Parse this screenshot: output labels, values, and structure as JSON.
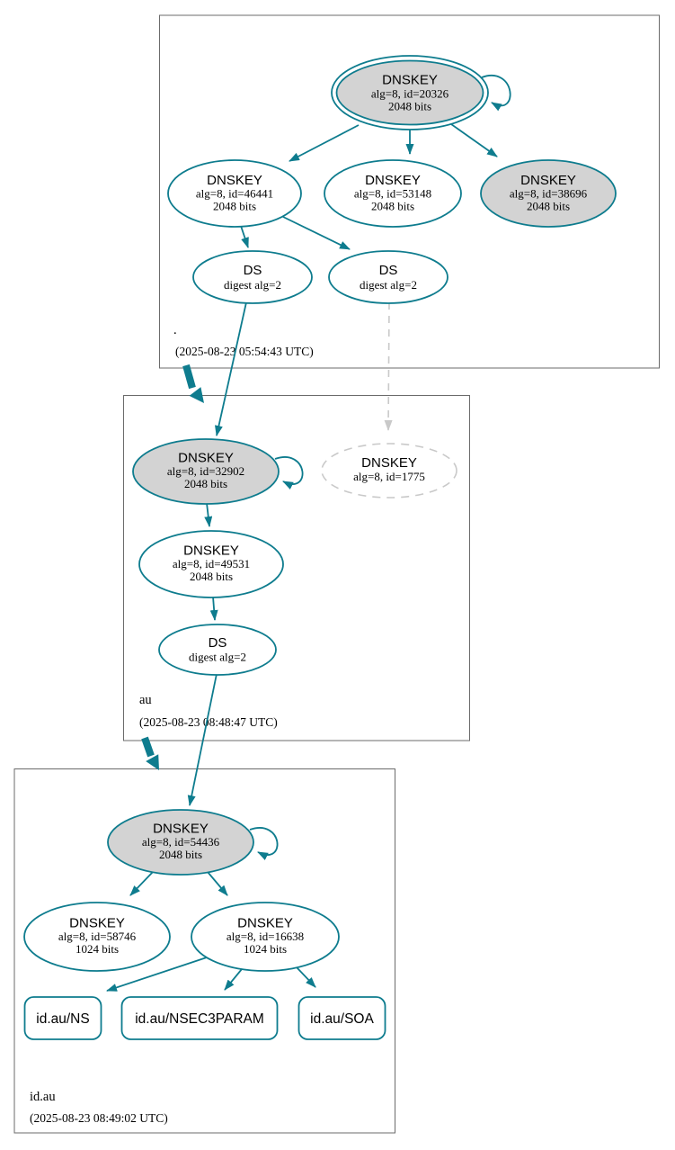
{
  "colors": {
    "accent_teal": "#0e7c8e",
    "ksk_fill": "#d3d3d3",
    "node_fill": "#ffffff",
    "dashed_gray": "#c9c9c9",
    "cluster_border": "#6b6b6b",
    "text": "#000000"
  },
  "zones": {
    "root": {
      "label": ".",
      "timestamp": "(2025-08-23 05:54:43 UTC)"
    },
    "au": {
      "label": "au",
      "timestamp": "(2025-08-23 08:48:47 UTC)"
    },
    "id_au": {
      "label": "id.au",
      "timestamp": "(2025-08-23 08:49:02 UTC)"
    }
  },
  "nodes": {
    "root_ksk_20326": {
      "title": "DNSKEY",
      "detail": "alg=8, id=20326",
      "bits": "2048 bits"
    },
    "root_dnskey_46441": {
      "title": "DNSKEY",
      "detail": "alg=8, id=46441",
      "bits": "2048 bits"
    },
    "root_dnskey_53148": {
      "title": "DNSKEY",
      "detail": "alg=8, id=53148",
      "bits": "2048 bits"
    },
    "root_dnskey_38696": {
      "title": "DNSKEY",
      "detail": "alg=8, id=38696",
      "bits": "2048 bits"
    },
    "root_ds_left": {
      "title": "DS",
      "detail": "digest alg=2"
    },
    "root_ds_right": {
      "title": "DS",
      "detail": "digest alg=2"
    },
    "au_ksk_32902": {
      "title": "DNSKEY",
      "detail": "alg=8, id=32902",
      "bits": "2048 bits"
    },
    "au_dnskey_1775": {
      "title": "DNSKEY",
      "detail": "alg=8, id=1775"
    },
    "au_dnskey_49531": {
      "title": "DNSKEY",
      "detail": "alg=8, id=49531",
      "bits": "2048 bits"
    },
    "au_ds": {
      "title": "DS",
      "detail": "digest alg=2"
    },
    "idau_ksk_54436": {
      "title": "DNSKEY",
      "detail": "alg=8, id=54436",
      "bits": "2048 bits"
    },
    "idau_dnskey_58746": {
      "title": "DNSKEY",
      "detail": "alg=8, id=58746",
      "bits": "1024 bits"
    },
    "idau_dnskey_16638": {
      "title": "DNSKEY",
      "detail": "alg=8, id=16638",
      "bits": "1024 bits"
    },
    "idau_rrset_ns": {
      "label": "id.au/NS"
    },
    "idau_rrset_nsec3param": {
      "label": "id.au/NSEC3PARAM"
    },
    "idau_rrset_soa": {
      "label": "id.au/SOA"
    }
  }
}
